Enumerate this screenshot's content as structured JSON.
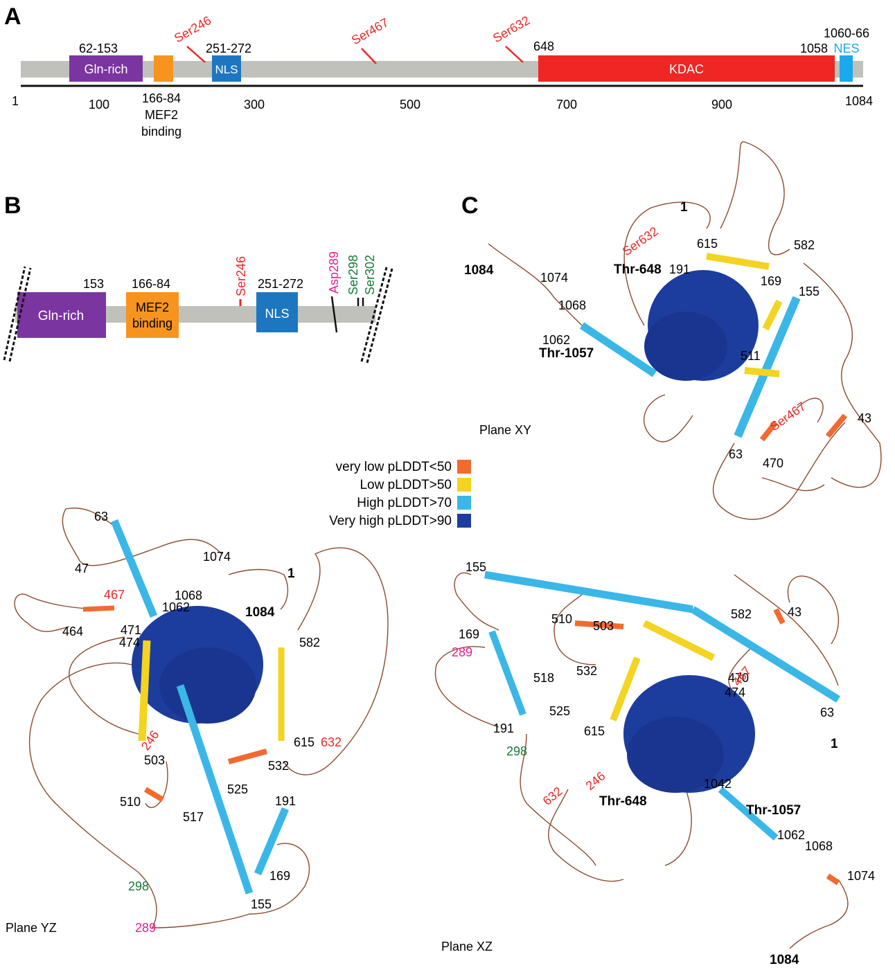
{
  "colors": {
    "backbone": "#c0c1bb",
    "gln": "#7a35a0",
    "mef2": "#f7941d",
    "nls": "#1d77c0",
    "kdac": "#ee2624",
    "nes": "#19a9ec",
    "site_red": "#ee2624",
    "site_magenta": "#ec1c8c",
    "site_green": "#137a37",
    "plddt_very_low": "#f26a30",
    "plddt_low": "#f4d321",
    "plddt_high": "#3ab7e6",
    "plddt_very_high": "#1c3d9e",
    "coil": "#8b4a2b"
  },
  "panelA": {
    "letter": "A",
    "domains": {
      "gln": "Gln-rich",
      "nls": "NLS",
      "kdac": "KDAC",
      "nes": "NES"
    },
    "ranges": {
      "gln": "62-153",
      "nls": "251-272",
      "kdac_start": "648",
      "kdac_end": "1058",
      "nes": "1060-66"
    },
    "sites": [
      "Ser246",
      "Ser467",
      "Ser632"
    ],
    "mef2_label": [
      "166-84",
      "MEF2",
      "binding"
    ],
    "axis": {
      "start": "1",
      "end": "1084",
      "ticks": [
        "100",
        "300",
        "500",
        "700",
        "900"
      ]
    }
  },
  "panelB": {
    "letter": "B",
    "domains": {
      "gln": "Gln-rich",
      "mef2_line1": "MEF2",
      "mef2_line2": "binding",
      "nls": "NLS"
    },
    "labels": {
      "gln_end": "153",
      "mef2": "166-84",
      "nls": "251-272"
    },
    "sites": {
      "ser246": "Ser246",
      "asp289": "Asp289",
      "ser298": "Ser298",
      "ser302": "Ser302"
    }
  },
  "panelC": {
    "letter": "C",
    "plane": "Plane XY",
    "labels": [
      "1",
      "1084",
      "1074",
      "1068",
      "1062",
      "Thr-1057",
      "Thr-648",
      "191",
      "615",
      "582",
      "169",
      "155",
      "511",
      "63",
      "470",
      "43"
    ],
    "red_labels": [
      "Ser632",
      "Ser467"
    ]
  },
  "legend": {
    "items": [
      {
        "label": "very low pLDDT<50",
        "color": "#f26a30"
      },
      {
        "label": "Low pLDDT>50",
        "color": "#f4d321"
      },
      {
        "label": "High pLDDT>70",
        "color": "#3ab7e6"
      },
      {
        "label": "Very high pLDDT>90",
        "color": "#1c3d9e"
      }
    ]
  },
  "panelYZ": {
    "plane": "Plane YZ",
    "labels": [
      "63",
      "47",
      "1074",
      "1",
      "1068",
      "1062",
      "1084",
      "464",
      "471",
      "474",
      "582",
      "615",
      "503",
      "532",
      "510",
      "517",
      "525",
      "191",
      "169",
      "155"
    ],
    "red_labels": [
      "467",
      "246",
      "632"
    ],
    "green_labels": [
      "298"
    ],
    "magenta_labels": [
      "289"
    ]
  },
  "panelXZ": {
    "plane": "Plane XZ",
    "labels": [
      "155",
      "169",
      "510",
      "503",
      "582",
      "43",
      "518",
      "532",
      "474",
      "470",
      "63",
      "191",
      "525",
      "615",
      "1",
      "1042",
      "Thr-648",
      "Thr-1057",
      "1062",
      "1068",
      "1074",
      "1084"
    ],
    "red_labels": [
      "467",
      "632",
      "246"
    ],
    "green_labels": [
      "298"
    ],
    "magenta_labels": [
      "289"
    ]
  }
}
